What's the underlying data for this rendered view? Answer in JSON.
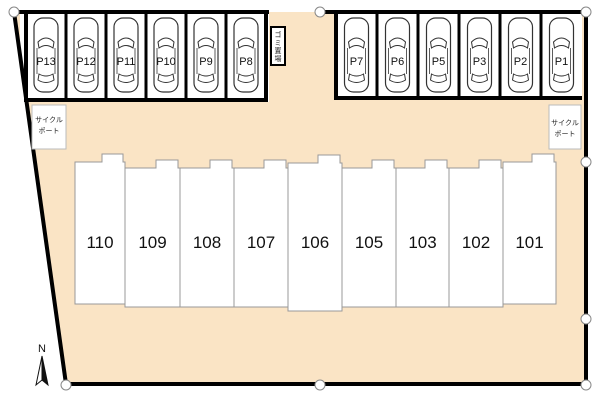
{
  "parking_top_left": [
    "P13",
    "P12",
    "P11",
    "P10",
    "P9",
    "P8"
  ],
  "parking_top_right": [
    "P7",
    "P6",
    "P5",
    "P3",
    "P2",
    "P1"
  ],
  "units": [
    "110",
    "109",
    "108",
    "107",
    "106",
    "105",
    "103",
    "102",
    "101"
  ],
  "garbage_label": "ゴミ置場",
  "cycle_port_left": [
    "サイクル",
    "ポート"
  ],
  "cycle_port_right": [
    "サイクル",
    "ポート"
  ],
  "north_label": "N",
  "colors": {
    "ground": "#fae4c5",
    "wall": "#000000",
    "building": "#ffffff",
    "outline": "#888888"
  }
}
